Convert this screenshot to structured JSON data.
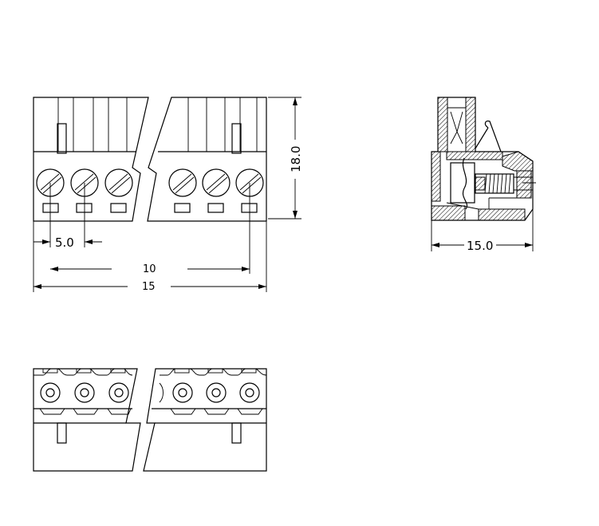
{
  "dimensions": {
    "pitch": "5.0",
    "span_pitches": "10",
    "overall_length": "15",
    "height": "18.0",
    "depth": "15.0"
  }
}
